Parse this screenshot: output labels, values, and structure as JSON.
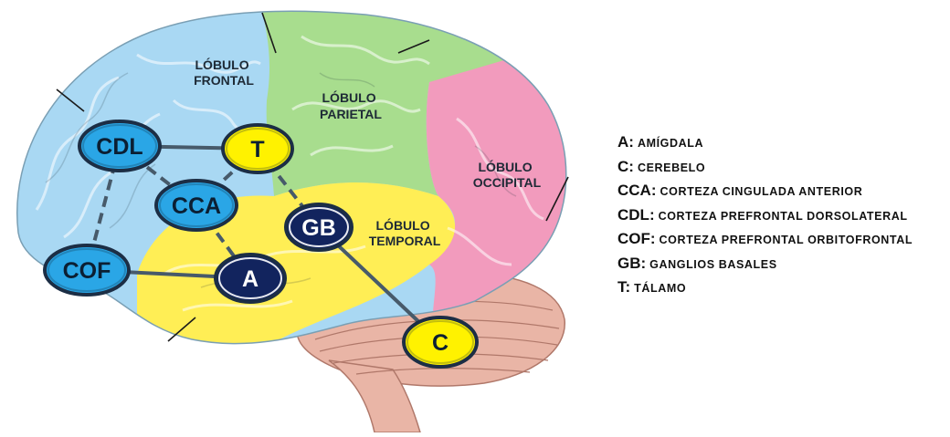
{
  "lobes": {
    "frontal": {
      "line1": "Lóbulo",
      "line2": "frontal",
      "color": "#a9d8f3"
    },
    "parietal": {
      "line1": "Lóbulo",
      "line2": "parietal",
      "color": "#a8dd8e"
    },
    "occipital": {
      "line1": "Lóbulo",
      "line2": "occipital",
      "color": "#f29bbd"
    },
    "temporal": {
      "line1": "Lóbulo",
      "line2": "temporal",
      "color": "#ffee55"
    },
    "cerebellum_color": "#e9b5a6"
  },
  "nodes": {
    "CDL": {
      "label": "CDL",
      "fill": "#2aa6e6",
      "text_color": "#0b1f33"
    },
    "T": {
      "label": "T",
      "fill": "#fff200",
      "text_color": "#0b1f33"
    },
    "CCA": {
      "label": "CCA",
      "fill": "#2aa6e6",
      "text_color": "#0b1f33"
    },
    "GB": {
      "label": "GB",
      "fill": "#12245e",
      "text_color": "#ffffff"
    },
    "COF": {
      "label": "COF",
      "fill": "#2aa6e6",
      "text_color": "#0b1f33"
    },
    "A": {
      "label": "A",
      "fill": "#12245e",
      "text_color": "#ffffff"
    },
    "C": {
      "label": "C",
      "fill": "#fff200",
      "text_color": "#0b1f33"
    }
  },
  "connections": [
    {
      "from": "CDL",
      "to": "T",
      "style": "solid"
    },
    {
      "from": "CDL",
      "to": "CCA",
      "style": "dashed"
    },
    {
      "from": "CDL",
      "to": "COF",
      "style": "dashed"
    },
    {
      "from": "T",
      "to": "CCA",
      "style": "dashed"
    },
    {
      "from": "T",
      "to": "GB",
      "style": "dashed"
    },
    {
      "from": "CCA",
      "to": "A",
      "style": "dashed"
    },
    {
      "from": "COF",
      "to": "A",
      "style": "solid"
    },
    {
      "from": "GB",
      "to": "C",
      "style": "solid"
    }
  ],
  "legend": [
    {
      "abbr": "A:",
      "desc": "AMÍGDALA"
    },
    {
      "abbr": "C:",
      "desc": "CEREBELO"
    },
    {
      "abbr": "CCA:",
      "desc": "CORTEZA CINGULADA ANTERIOR"
    },
    {
      "abbr": "CDL:",
      "desc": "CORTEZA PREFRONTAL DORSOLATERAL"
    },
    {
      "abbr": "COF:",
      "desc": "CORTEZA PREFRONTAL ORBITOFRONTAL"
    },
    {
      "abbr": "GB:",
      "desc": "GANGLIOS BASALES"
    },
    {
      "abbr": "T:",
      "desc": "TÁLAMO"
    }
  ]
}
